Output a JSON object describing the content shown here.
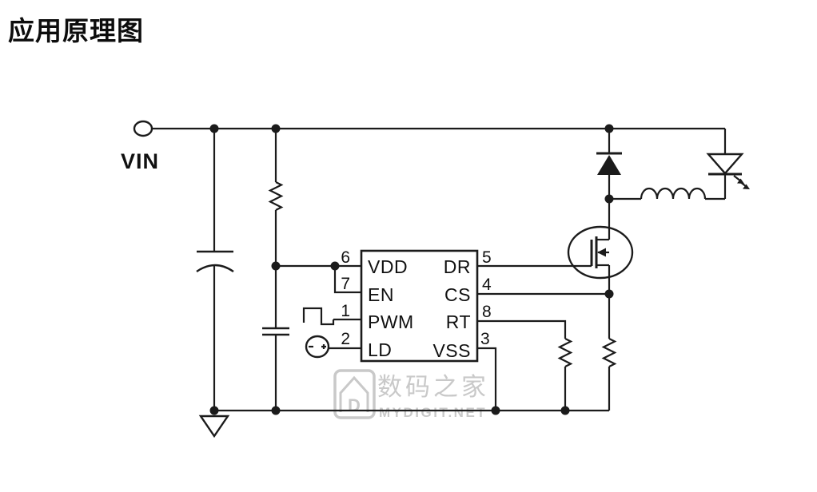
{
  "title": "应用原理图",
  "input": {
    "label": "VIN"
  },
  "ic": {
    "left_pins": [
      {
        "num": "6",
        "name": "VDD"
      },
      {
        "num": "7",
        "name": "EN"
      },
      {
        "num": "1",
        "name": "PWM"
      },
      {
        "num": "2",
        "name": "LD"
      }
    ],
    "right_pins": [
      {
        "num": "5",
        "name": "DR"
      },
      {
        "num": "4",
        "name": "CS"
      },
      {
        "num": "8",
        "name": "RT"
      },
      {
        "num": "3",
        "name": "VSS"
      }
    ]
  },
  "components": {
    "input_terminal": "VIN terminal",
    "input_capacitor": "electrolytic input capacitor",
    "vdd_resistor": "VDD dropper resistor",
    "vdd_capacitor": "VDD bypass capacitor",
    "pwm_source": "PWM square-wave input",
    "ld_source": "LD analog dimming source",
    "freewheel_diode": "freewheeling diode",
    "led": "output LED",
    "inductor": "output inductor",
    "mosfet": "N-channel power MOSFET",
    "rt_resistor": "RT timing resistor",
    "cs_resistor": "current sense resistor",
    "ground": "ground"
  },
  "colors": {
    "line": "#1b1b1b",
    "background": "#ffffff",
    "watermark": "#c9c9c9"
  },
  "watermark": {
    "logo_letter": "D",
    "cn": "数码之家",
    "en": "MYDIGIT.NET"
  }
}
